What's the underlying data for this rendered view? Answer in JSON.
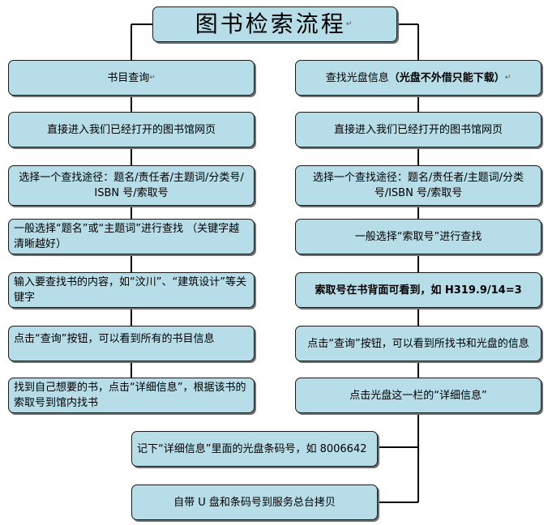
{
  "title": "图书检索流程",
  "left_column": {
    "head": "书目查询",
    "steps": [
      "直接进入我们已经打开的图书馆网页",
      "选择一个查找途径：题名/责任者/主题词/分类号/ ISBN 号/索取号",
      "一般选择“题名”或“主题词”进行查找 （关键字越清晰越好）",
      "输入要查找书的内容，如“汶川”、“建筑设计”等关键字",
      "点击“查询”按钮，可以看到所有的书目信息",
      "找到自己想要的书，点击“详细信息”，根据该书的索取号到馆内找书"
    ]
  },
  "right_column": {
    "head_prefix": "查找光盘信息",
    "head_bold": "（光盘不外借只能下载）",
    "steps": [
      "直接进入我们已经打开的图书馆网页",
      "选择一个查找途径：题名/责任者/主题词/分类号/ISBN 号/索取号",
      "一般选择“索取号”进行查找",
      "索取号在书背面可看到，如 H319.9/14=3",
      "点击“查询”按钮，可以看到所找书和光盘的信息",
      "点击光盘这一栏的“详细信息”"
    ]
  },
  "bottom_steps": [
    "记下“详细信息”里面的光盘条码号，如 8006642",
    "自带 U 盘和条码号到服务总台拷贝"
  ],
  "colors": {
    "box_fill": "#b7dde8",
    "border": "#1a1a1a",
    "shadow": "#6f6f6f"
  }
}
